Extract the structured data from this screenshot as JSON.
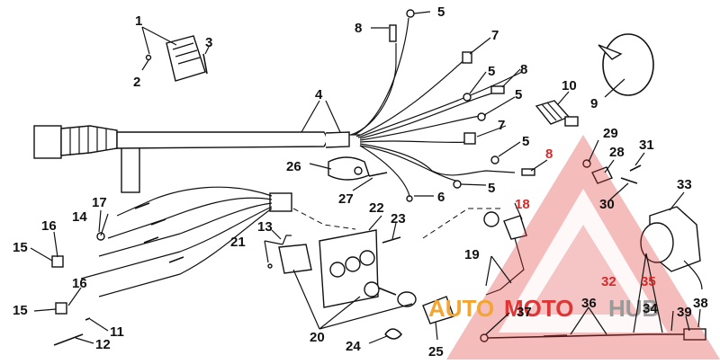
{
  "labels": {
    "l1": "1",
    "l2": "2",
    "l3": "3",
    "l4": "4",
    "l5a": "5",
    "l5b": "5",
    "l5c": "5",
    "l5d": "5",
    "l5e": "5",
    "l6": "6",
    "l7a": "7",
    "l7b": "7",
    "l8a": "8",
    "l8b": "8",
    "l8c": "8",
    "l9": "9",
    "l10": "10",
    "l11": "11",
    "l12": "12",
    "l13": "13",
    "l14": "14",
    "l15a": "15",
    "l15b": "15",
    "l16a": "16",
    "l16b": "16",
    "l17": "17",
    "l18": "18",
    "l19": "19",
    "l20": "20",
    "l21": "21",
    "l22": "22",
    "l23": "23",
    "l24": "24",
    "l25": "25",
    "l26": "26",
    "l27": "27",
    "l28": "28",
    "l29": "29",
    "l30": "30",
    "l31": "31",
    "l32": "32",
    "l33": "33",
    "l34": "34",
    "l35": "35",
    "l36": "36",
    "l37": "37",
    "l38": "38",
    "l39": "39"
  },
  "watermark": {
    "part1": "AUTO",
    "part2": "MOTO",
    "part3": "HUB",
    "colors": {
      "red": "#e03535",
      "orange": "#f2a531",
      "grey": "#9a9a9a"
    }
  }
}
